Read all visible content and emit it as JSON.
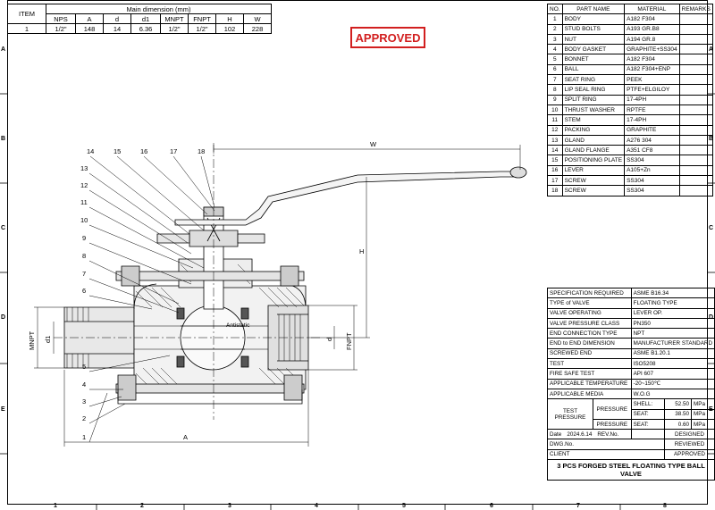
{
  "stamp": "APPROVED",
  "dimension_table": {
    "item_header": "ITEM",
    "group_header": "Main dimension (mm)",
    "columns": [
      "NPS",
      "A",
      "d",
      "d1",
      "MNPT",
      "FNPT",
      "H",
      "W"
    ],
    "row": {
      "item": "1",
      "values": [
        "1/2\"",
        "148",
        "14",
        "6.36",
        "1/2\"",
        "1/2\"",
        "102",
        "228"
      ]
    }
  },
  "parts_table": {
    "headers": [
      "NO.",
      "PART NAME",
      "MATERIAL",
      "REMARKS"
    ],
    "rows": [
      [
        "1",
        "BODY",
        "A182 F304"
      ],
      [
        "2",
        "STUD BOLTS",
        "A193 GR.B8"
      ],
      [
        "3",
        "NUT",
        "A194 GR.8"
      ],
      [
        "4",
        "BODY GASKET",
        "GRAPHITE+SS304"
      ],
      [
        "5",
        "BONNET",
        "A182 F304"
      ],
      [
        "6",
        "BALL",
        "A182 F304+ENP"
      ],
      [
        "7",
        "SEAT RING",
        "PEEK"
      ],
      [
        "8",
        "LIP SEAL RING",
        "PTFE+ELGILOY"
      ],
      [
        "9",
        "SPLIT RING",
        "17-4PH"
      ],
      [
        "10",
        "THRUST WASHER",
        "RPTFE"
      ],
      [
        "11",
        "STEM",
        "17-4PH"
      ],
      [
        "12",
        "PACKING",
        "GRAPHITE"
      ],
      [
        "13",
        "GLAND",
        "A276 304"
      ],
      [
        "14",
        "GLAND FLANGE",
        "A351 CF8"
      ],
      [
        "15",
        "POSITIONING PLATE",
        "SS304"
      ],
      [
        "16",
        "LEVER",
        "A105+Zn"
      ],
      [
        "17",
        "SCREW",
        "SS304"
      ],
      [
        "18",
        "SCREW",
        "SS304"
      ]
    ]
  },
  "spec_table": {
    "rows": [
      [
        "SPECIFICATION REQUIRED",
        "ASME B16.34"
      ],
      [
        "TYPE of VALVE",
        "FLOATING TYPE"
      ],
      [
        "VALVE OPERATING",
        "LEVER OP."
      ],
      [
        "VALVE PRESSURE CLASS",
        "PN350"
      ],
      [
        "END CONNECTION TYPE",
        "NPT"
      ],
      [
        "END to END DIMENSION",
        "MANUFACTURER STANDARD"
      ],
      [
        "SCREWED END",
        "ASME B1.20.1"
      ],
      [
        "TEST",
        "ISO5208"
      ],
      [
        "FIRE SAFE TEST",
        "API 607"
      ],
      [
        "APPLICABLE TEMPERATURE",
        "-20~150℃"
      ],
      [
        "APPLICABLE MEDIA",
        "W.O.G"
      ]
    ],
    "test_pressure_label": "TEST PRESSURE",
    "pressure_label": "PRESSURE",
    "shell_label": "SHELL:",
    "shell_value": "52.50",
    "seat_label": "SEAT:",
    "seat_value": "38.50",
    "air_seat_label": "SEAT:",
    "air_seat_value": "0.60",
    "unit": "MPa",
    "date_label": "Date",
    "date_value": "2024.6.14",
    "rev_label": "REV.No.",
    "designed": "DESIGNED",
    "dwg_label": "DWG.No.",
    "reviewed": "REVIEWED",
    "client_label": "CLIENT",
    "approved": "APPROVED",
    "title": "3 PCS FORGED STEEL FLOATING TYPE BALL VALVE"
  },
  "drawing": {
    "balloons": [
      "14",
      "15",
      "16",
      "17",
      "18",
      "13",
      "12",
      "11",
      "10",
      "9",
      "8",
      "7",
      "6",
      "5",
      "4",
      "3",
      "2",
      "1"
    ],
    "dim_W": "W",
    "dim_H": "H",
    "dim_A": "A",
    "dim_MNPT": "MNPT",
    "dim_d1": "d1",
    "dim_d": "d",
    "dim_FNPT": "FNPT",
    "antistatic": "Antistatic"
  },
  "border": {
    "rows": [
      "A",
      "B",
      "C",
      "D",
      "E"
    ],
    "cols": [
      "1",
      "2",
      "3",
      "4",
      "5",
      "6",
      "7",
      "8"
    ]
  }
}
